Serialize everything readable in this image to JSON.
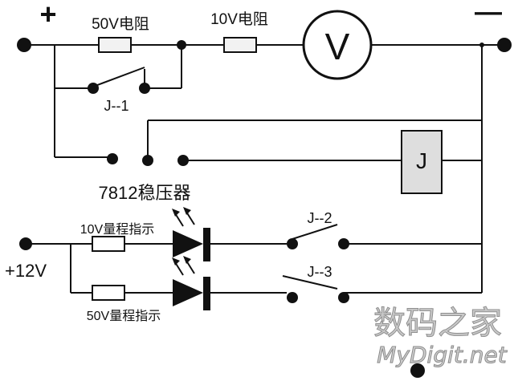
{
  "labels": {
    "plus": "+",
    "minus": "—",
    "r50": "50V电阻",
    "r10": "10V电阻",
    "meter": "V",
    "j1": "J--1",
    "relay": "J",
    "regulator": "7812稳压器",
    "ind10": "10V量程指示",
    "ind50": "50V量程指示",
    "supply": "+12V",
    "j2": "J--2",
    "j3": "J--3"
  },
  "watermark": {
    "cn": "数码之家",
    "en": "MyDigit.net"
  },
  "colors": {
    "line": "#111111",
    "relay_fill": "#dedede",
    "resistor_fill": "#f2f2f2",
    "watermark": "#c9c9c9"
  }
}
